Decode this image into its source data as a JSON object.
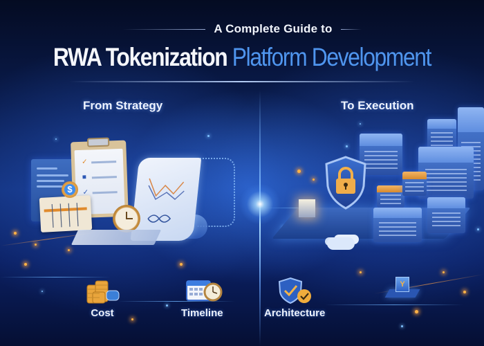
{
  "header": {
    "subtitle": "A Complete Guide to",
    "title_white": "RWA Tokenization",
    "title_blue": "Platform Development"
  },
  "sections": {
    "left_label": "From Strategy",
    "right_label": "To Execution"
  },
  "features": [
    {
      "label": "Cost",
      "icon": "coin-stack-icon"
    },
    {
      "label": "Timeline",
      "icon": "calendar-clock-icon"
    },
    {
      "label": "Architecture",
      "icon": "shield-check-icon"
    }
  ],
  "illustrations": {
    "left": [
      "monitor-icon",
      "clipboard-checklist-icon",
      "dollar-coin-icon",
      "calendar-icon",
      "clock-icon",
      "chart-scroll-icon",
      "tablet-icon"
    ],
    "right": [
      "padlock-shield-icon",
      "server-block-icon",
      "cloud-icon",
      "token-cube-icon"
    ]
  },
  "colors": {
    "background_dark": "#050c24",
    "background_mid": "#12307a",
    "title_white": "#f4f6fb",
    "title_blue": "#4f95ee",
    "accent_orange": "#e8a341",
    "accent_blue_glow": "#7fc0ff"
  }
}
